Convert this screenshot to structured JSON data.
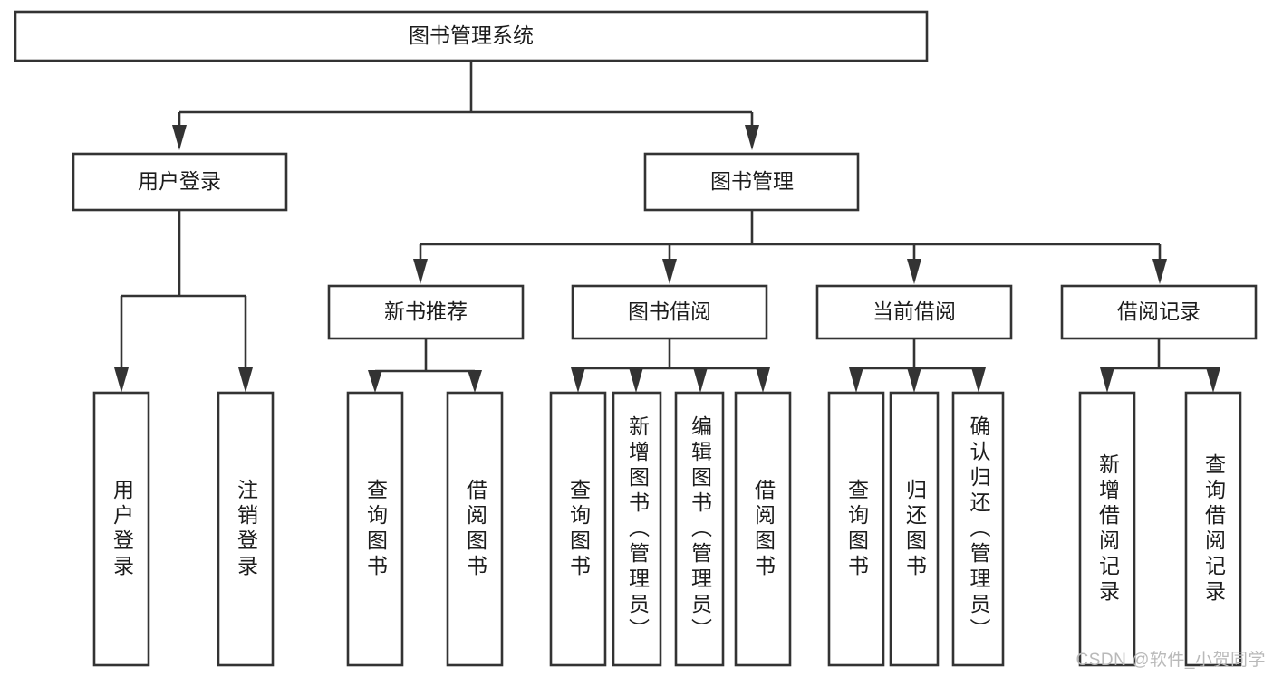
{
  "diagram": {
    "title": "图书管理系统",
    "type": "tree-hierarchy-diagram",
    "colors": {
      "stroke": "#333333",
      "fill": "#ffffff",
      "text": "#1c1c1c",
      "watermark": "#b9b9b9"
    },
    "root": {
      "label": "图书管理系统"
    },
    "level2": [
      {
        "label": "用户登录"
      },
      {
        "label": "图书管理"
      }
    ],
    "level3": [
      {
        "label": "新书推荐"
      },
      {
        "label": "图书借阅"
      },
      {
        "label": "当前借阅"
      },
      {
        "label": "借阅记录"
      }
    ],
    "leaves": {
      "user_login": [
        {
          "label": "用户登录"
        },
        {
          "label": "注销登录"
        }
      ],
      "new_book_recommend": [
        {
          "label": "查询图书"
        },
        {
          "label": "借阅图书"
        }
      ],
      "book_borrow": [
        {
          "label": "查询图书"
        },
        {
          "label": "新增图书（管理员）"
        },
        {
          "label": "编辑图书（管理员）"
        },
        {
          "label": "借阅图书"
        }
      ],
      "current_borrow": [
        {
          "label": "查询图书"
        },
        {
          "label": "归还图书"
        },
        {
          "label": "确认归还（管理员）"
        }
      ],
      "borrow_record": [
        {
          "label": "新增借阅记录"
        },
        {
          "label": "查询借阅记录"
        }
      ]
    },
    "watermark": "CSDN @软件_小贺同学"
  }
}
